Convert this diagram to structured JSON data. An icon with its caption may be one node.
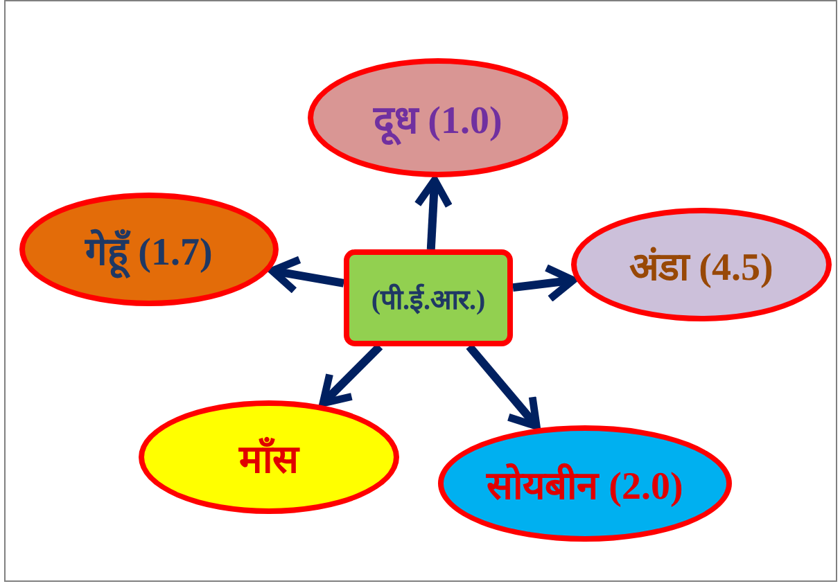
{
  "diagram": {
    "nodes": [
      {
        "text": [
          "(पी.ई.आर.)"
        ]
      },
      {
        "text": [
          "दूध (1.0)"
        ]
      },
      {
        "text": [
          "गेहूँ (1.7)"
        ]
      },
      {
        "text": [
          "अंडा (4.5)"
        ]
      },
      {
        "text": [
          "माँस"
        ]
      },
      {
        "text": [
          "सोयबीन (2.0)"
        ]
      }
    ],
    "edges": [
      {
        "from": 0,
        "to": 1,
        "arrow": "to"
      },
      {
        "from": 0,
        "to": 2,
        "arrow": "to"
      },
      {
        "from": 0,
        "to": 3,
        "arrow": "to"
      },
      {
        "from": 0,
        "to": 4,
        "arrow": "to"
      },
      {
        "from": 0,
        "to": 5,
        "arrow": "to"
      }
    ]
  }
}
